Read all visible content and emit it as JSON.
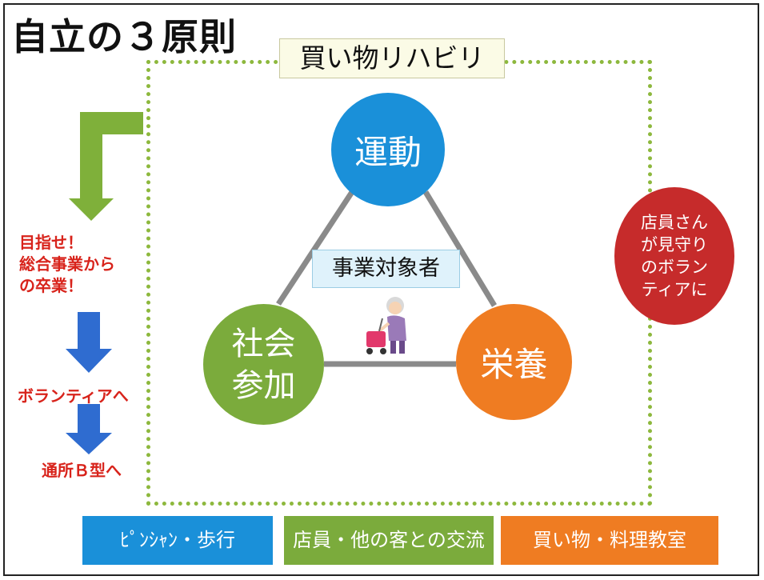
{
  "title": "自立の３原則",
  "box_title": "買い物リハビリ",
  "center_label": "事業対象者",
  "circles": {
    "undou": "運動",
    "shakai": [
      "社会",
      "参加"
    ],
    "eiyou": "栄養",
    "tenin": [
      "店員さん",
      "が見守り",
      "のボラン",
      "ティアに"
    ]
  },
  "left_flow": {
    "goal": [
      "目指せ！",
      "総合事業から",
      "の卒業！"
    ],
    "volunteer": "ボランティアへ",
    "tsusho": "通所Ｂ型へ"
  },
  "bottom_bars": [
    "ﾋﾟﾝｼｬﾝ・歩行",
    "店員・他の客との交流",
    "買い物・料理教室"
  ],
  "colors": {
    "blue": "#1a90d9",
    "green": "#7bab3c",
    "orange": "#ef7c22",
    "red": "#c62b2b",
    "dotted_border": "#8db83d",
    "arrow_green": "#7fb03a",
    "arrow_blue": "#2f6cd0",
    "text_red": "#d8231b"
  },
  "icons": [
    "elderly-person-with-walker-icon",
    "down-arrow-icon"
  ]
}
